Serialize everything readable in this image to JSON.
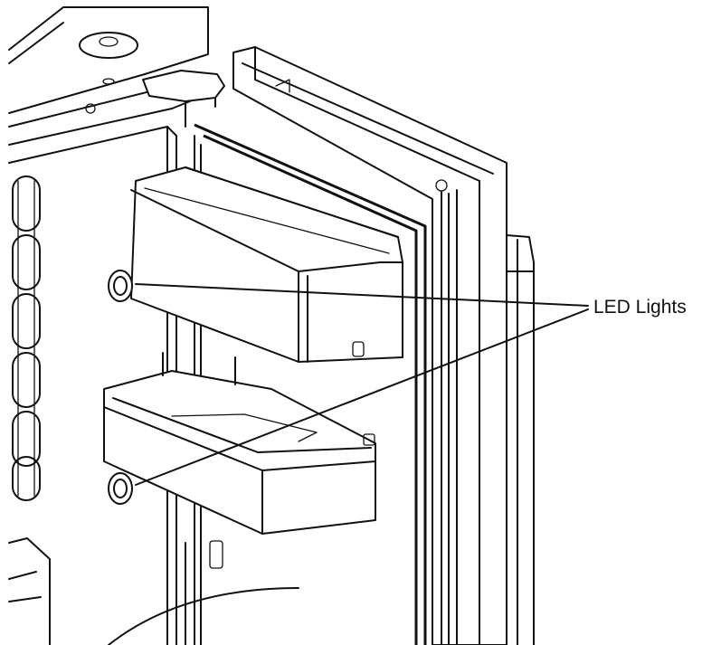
{
  "diagram": {
    "callout_label": "LED Lights",
    "callout_targets": [
      "upper-led-light",
      "lower-led-light"
    ],
    "line_color": "#111111",
    "background": "#ffffff"
  }
}
